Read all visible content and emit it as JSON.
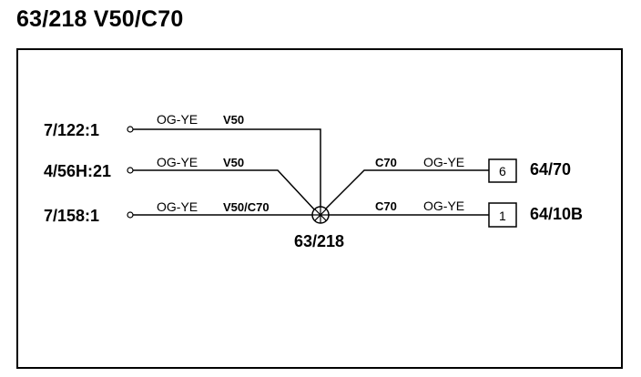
{
  "title": "63/218 V50/C70",
  "splice": {
    "label": "63/218"
  },
  "left_connectors": [
    {
      "label": "7/122:1",
      "wire_color": "OG-YE",
      "model": "V50"
    },
    {
      "label": "4/56H:21",
      "wire_color": "OG-YE",
      "model": "V50"
    },
    {
      "label": "7/158:1",
      "wire_color": "OG-YE",
      "model": "V50/C70"
    }
  ],
  "right_connectors": [
    {
      "label": "64/70",
      "pin": "6",
      "wire_color": "OG-YE",
      "model": "C70"
    },
    {
      "label": "64/10B",
      "pin": "1",
      "wire_color": "OG-YE",
      "model": "C70"
    }
  ]
}
